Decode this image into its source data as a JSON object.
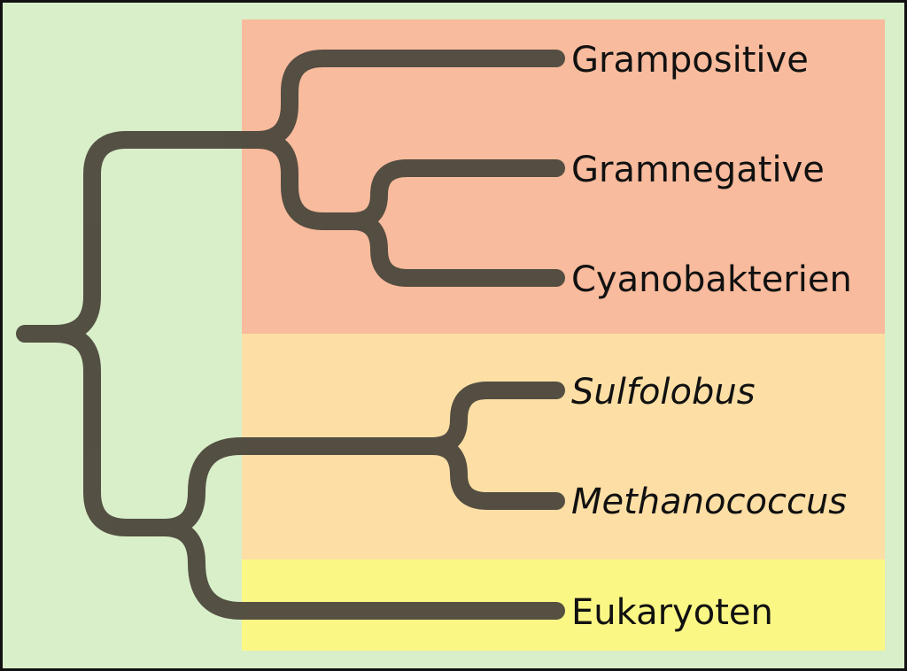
{
  "diagram": {
    "type": "phylogenetic-tree",
    "colors": {
      "background": "#d9efc9",
      "border": "#111111",
      "bacteria_region": "#f8bb9d",
      "archaea_region": "#fddfa5",
      "eukaryote_region": "#fbf785",
      "branch": "#4f4a3f"
    },
    "leaves": [
      {
        "id": "grampositive",
        "label": "Grampositive",
        "italic": false
      },
      {
        "id": "gramnegative",
        "label": "Gramnegative",
        "italic": false
      },
      {
        "id": "cyanobakterien",
        "label": "Cyanobakterien",
        "italic": false
      },
      {
        "id": "sulfolobus",
        "label": "Sulfolobus",
        "italic": true
      },
      {
        "id": "methanococcus",
        "label": "Methanococcus",
        "italic": true
      },
      {
        "id": "eukaryoten",
        "label": "Eukaryoten",
        "italic": false
      }
    ],
    "groups": [
      {
        "id": "bacteria",
        "members": [
          "grampositive",
          "gramnegative",
          "cyanobakterien"
        ]
      },
      {
        "id": "archaea",
        "members": [
          "sulfolobus",
          "methanococcus"
        ]
      },
      {
        "id": "eukaryota",
        "members": [
          "eukaryoten"
        ]
      }
    ],
    "topology": [
      [
        "grampositive",
        [
          "gramnegative",
          "cyanobakterien"
        ]
      ],
      [
        [
          "sulfolobus",
          "methanococcus"
        ],
        "eukaryoten"
      ]
    ]
  }
}
